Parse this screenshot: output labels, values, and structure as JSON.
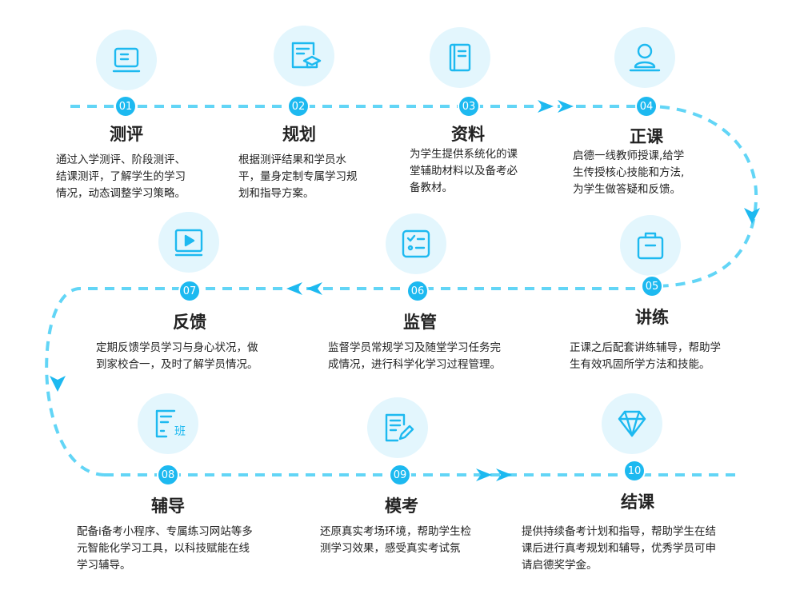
{
  "colors": {
    "accent": "#1db9f0",
    "line": "#62d5f6",
    "circle": "#e3f6fd"
  },
  "steps": [
    {
      "num": "01",
      "title": "测评",
      "icon": "monitor-icon",
      "desc": [
        "通过入学测评、阶段测评、",
        "结课测评，了解学生的学习",
        "情况，动态调整学习策略。"
      ]
    },
    {
      "num": "02",
      "title": "规划",
      "icon": "graduation-document-icon",
      "desc": [
        "根据测评结果和学员水",
        "平，量身定制专属学习规",
        "划和指导方案。"
      ]
    },
    {
      "num": "03",
      "title": "资料",
      "icon": "book-icon",
      "desc": [
        "为学生提供系统化的课",
        "堂辅助材料以及备考必",
        "备教材。"
      ]
    },
    {
      "num": "04",
      "title": "正课",
      "icon": "teacher-icon",
      "desc": [
        "启德一线教师授课,给学",
        "生传授核心技能和方法,",
        "为学生做答疑和反馈。"
      ]
    },
    {
      "num": "05",
      "title": "讲练",
      "icon": "briefcase-icon",
      "desc": [
        "正课之后配套讲练辅导，帮助学",
        "生有效巩固所学方法和技能。"
      ]
    },
    {
      "num": "06",
      "title": "监管",
      "icon": "checklist-icon",
      "desc": [
        "监督学员常规学习及随堂学习任务完",
        "成情况，进行科学化学习过程管理。"
      ]
    },
    {
      "num": "07",
      "title": "反馈",
      "icon": "video-play-icon",
      "desc": [
        "定期反馈学员学习与身心状况，做",
        "到家校合一，及时了解学员情况。"
      ]
    },
    {
      "num": "08",
      "title": "辅导",
      "icon": "class-document-icon",
      "icon_text": "班",
      "desc": [
        "配备i备考小程序、专属练习网站等多",
        "元智能化学习工具，以科技赋能在线",
        "学习辅导。"
      ]
    },
    {
      "num": "09",
      "title": "模考",
      "icon": "document-edit-icon",
      "desc": [
        "还原真实考场环境，帮助学生检",
        "测学习效果，感受真实考试氛"
      ]
    },
    {
      "num": "10",
      "title": "结课",
      "icon": "diamond-icon",
      "desc": [
        "提供持续备考计划和指导，帮助学生在结",
        "课后进行真考规划和辅导，优秀学员可申",
        "请启德奖学金。"
      ]
    }
  ]
}
